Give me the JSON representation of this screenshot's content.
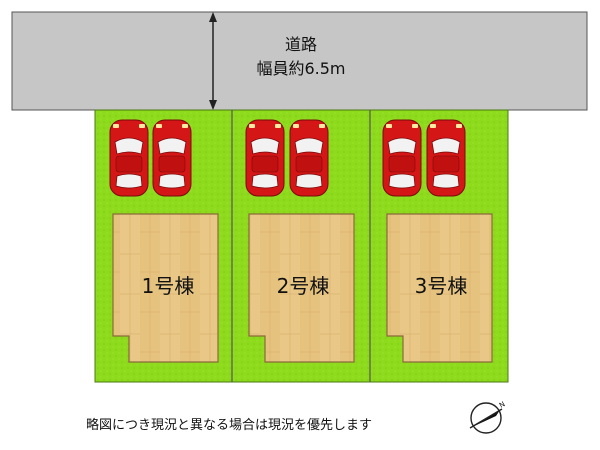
{
  "road": {
    "name": "道路",
    "width_label": "幅員約6.5m"
  },
  "lots": [
    {
      "label": "1号棟",
      "parking_spaces": 2
    },
    {
      "label": "2号棟",
      "parking_spaces": 2
    },
    {
      "label": "3号棟",
      "parking_spaces": 2
    }
  ],
  "note": "略図につき現況と異なる場合は現況を優先します",
  "compass": {
    "symbol": "north-arrow"
  },
  "colors": {
    "road": "#c5c5c5",
    "lawn": "#8fdc1f",
    "building": "#e8c886",
    "car": "#d81818",
    "divider": "#5a5a5a"
  }
}
